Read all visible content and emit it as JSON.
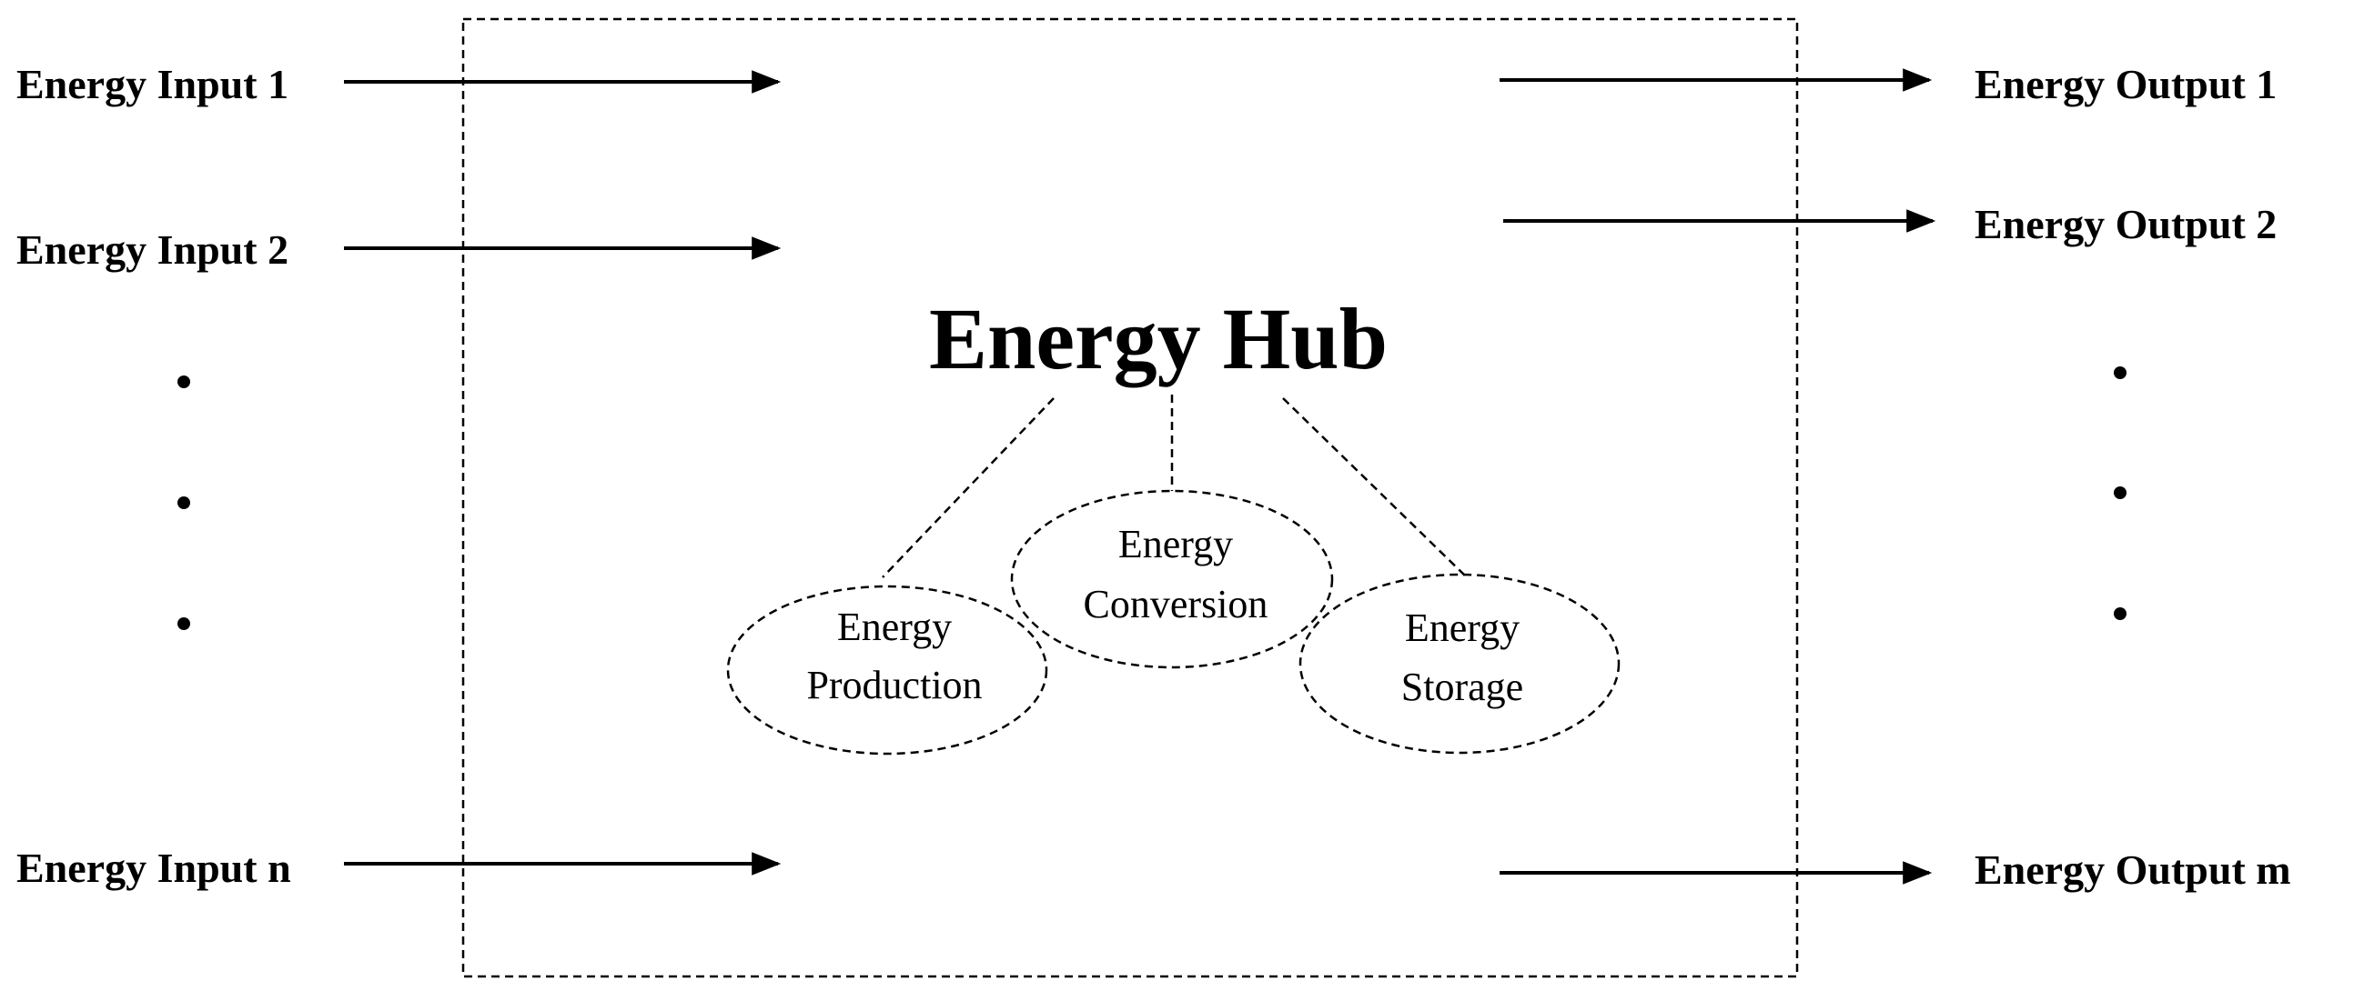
{
  "hub": {
    "title": "Energy Hub",
    "components": [
      {
        "line1": "Energy",
        "line2": "Production"
      },
      {
        "line1": "Energy",
        "line2": "Conversion"
      },
      {
        "line1": "Energy",
        "line2": "Storage"
      }
    ]
  },
  "inputs": [
    "Energy Input 1",
    "Energy Input 2",
    "Energy Input n"
  ],
  "outputs": [
    "Energy Output 1",
    "Energy Output 2",
    "Energy Output m"
  ],
  "colors": {
    "stroke": "#000000",
    "background": "#ffffff"
  }
}
